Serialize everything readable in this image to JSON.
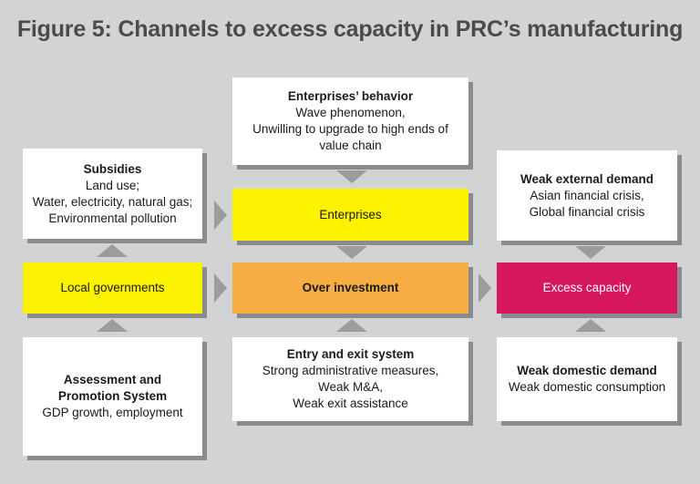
{
  "title": "Figure 5: Channels to excess capacity in PRC’s manufacturing",
  "colors": {
    "background": "#d2d3d5",
    "box_white": "#ffffff",
    "box_yellow": "#fbf200",
    "box_orange": "#f6ae43",
    "box_magenta": "#d6175b",
    "arrow": "#9b9c9e"
  },
  "nodes": {
    "enterprises_behavior": {
      "heading": "Enterprises’ behavior",
      "lines": [
        "Wave phenomenon,",
        "Unwilling to upgrade to high ends of",
        "value chain"
      ]
    },
    "subsidies": {
      "heading": "Subsidies",
      "lines": [
        "Land use;",
        "Water, electricity, natural gas;",
        "Environmental pollution"
      ]
    },
    "enterprises": {
      "label": "Enterprises"
    },
    "weak_external_demand": {
      "heading": "Weak external demand",
      "lines": [
        "Asian financial crisis,",
        "Global financial crisis"
      ]
    },
    "local_governments": {
      "label": "Local governments"
    },
    "over_investment": {
      "label": "Over investment"
    },
    "excess_capacity": {
      "label": "Excess capacity"
    },
    "assessment_promotion": {
      "heading_lines": [
        "Assessment and",
        "Promotion System"
      ],
      "lines": [
        "GDP growth, employment"
      ]
    },
    "entry_exit": {
      "heading": "Entry and exit system",
      "lines": [
        "Strong administrative measures,",
        "Weak M&A,",
        "Weak exit assistance"
      ]
    },
    "weak_domestic_demand": {
      "heading": "Weak domestic demand",
      "lines": [
        "Weak domestic consumption"
      ]
    }
  },
  "arrows": [
    {
      "from": "enterprises_behavior",
      "to": "enterprises",
      "dir": "down"
    },
    {
      "from": "enterprises",
      "to": "over_investment",
      "dir": "down"
    },
    {
      "from": "subsidies",
      "to": "enterprises",
      "dir": "right"
    },
    {
      "from": "local_governments",
      "to": "subsidies",
      "dir": "up"
    },
    {
      "from": "assessment_promotion",
      "to": "local_governments",
      "dir": "up"
    },
    {
      "from": "local_governments",
      "to": "over_investment",
      "dir": "right"
    },
    {
      "from": "entry_exit",
      "to": "over_investment",
      "dir": "up"
    },
    {
      "from": "over_investment",
      "to": "excess_capacity",
      "dir": "right"
    },
    {
      "from": "weak_external_demand",
      "to": "excess_capacity",
      "dir": "down"
    },
    {
      "from": "weak_domestic_demand",
      "to": "excess_capacity",
      "dir": "up"
    }
  ]
}
